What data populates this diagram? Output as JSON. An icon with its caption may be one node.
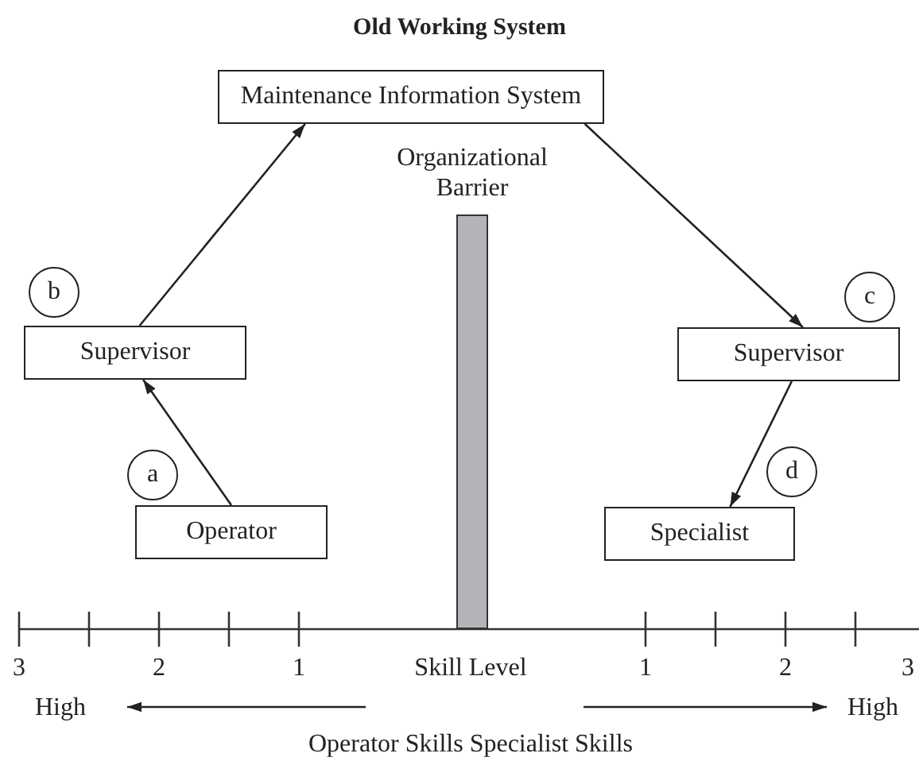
{
  "diagram": {
    "title": "Old Working System",
    "nodes": [
      {
        "text": [
          "Maintenance Information System"
        ]
      },
      {
        "text": [
          "Organizational Barrier"
        ]
      },
      {
        "text": [
          "b"
        ]
      },
      {
        "text": [
          "Supervisor"
        ]
      },
      {
        "text": [
          "c"
        ]
      },
      {
        "text": [
          "Supervisor"
        ]
      },
      {
        "text": [
          "a"
        ]
      },
      {
        "text": [
          "Operator"
        ]
      },
      {
        "text": [
          "d"
        ]
      },
      {
        "text": [
          "Specialist"
        ]
      }
    ],
    "edges": [
      {
        "from": 7,
        "to": 3,
        "arrow": "to"
      },
      {
        "from": 3,
        "to": 0,
        "arrow": "to"
      },
      {
        "from": 0,
        "to": 5,
        "arrow": "to"
      },
      {
        "from": 5,
        "to": 9,
        "arrow": "to"
      }
    ],
    "labels": [
      "3",
      "2",
      "1",
      "Skill Level",
      "1",
      "2",
      "3",
      "High",
      "High",
      "Operator Skills Specialist Skills"
    ]
  }
}
